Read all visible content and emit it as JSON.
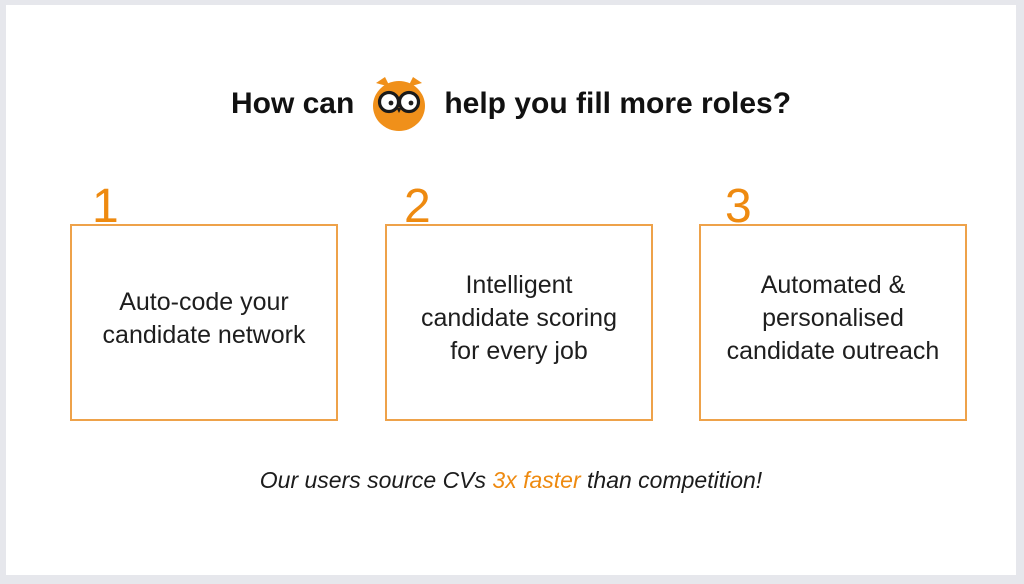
{
  "headline": {
    "before": "How can",
    "logo_icon": "owl-logo-icon",
    "after": "help you fill more roles?"
  },
  "steps": [
    {
      "number": "1",
      "text": "Auto-code your\ncandidate network"
    },
    {
      "number": "2",
      "text": "Intelligent\ncandidate scoring\nfor every job"
    },
    {
      "number": "3",
      "text": "Automated &\npersonalised\ncandidate outreach"
    }
  ],
  "tagline": {
    "before": "Our users source CVs ",
    "highlight": "3x faster",
    "after": " than competition!"
  },
  "colors": {
    "accent": "#ee8a10",
    "card_border": "#eea24a",
    "owl_orange": "#f0901a",
    "text": "#111111",
    "background": "#ffffff"
  }
}
